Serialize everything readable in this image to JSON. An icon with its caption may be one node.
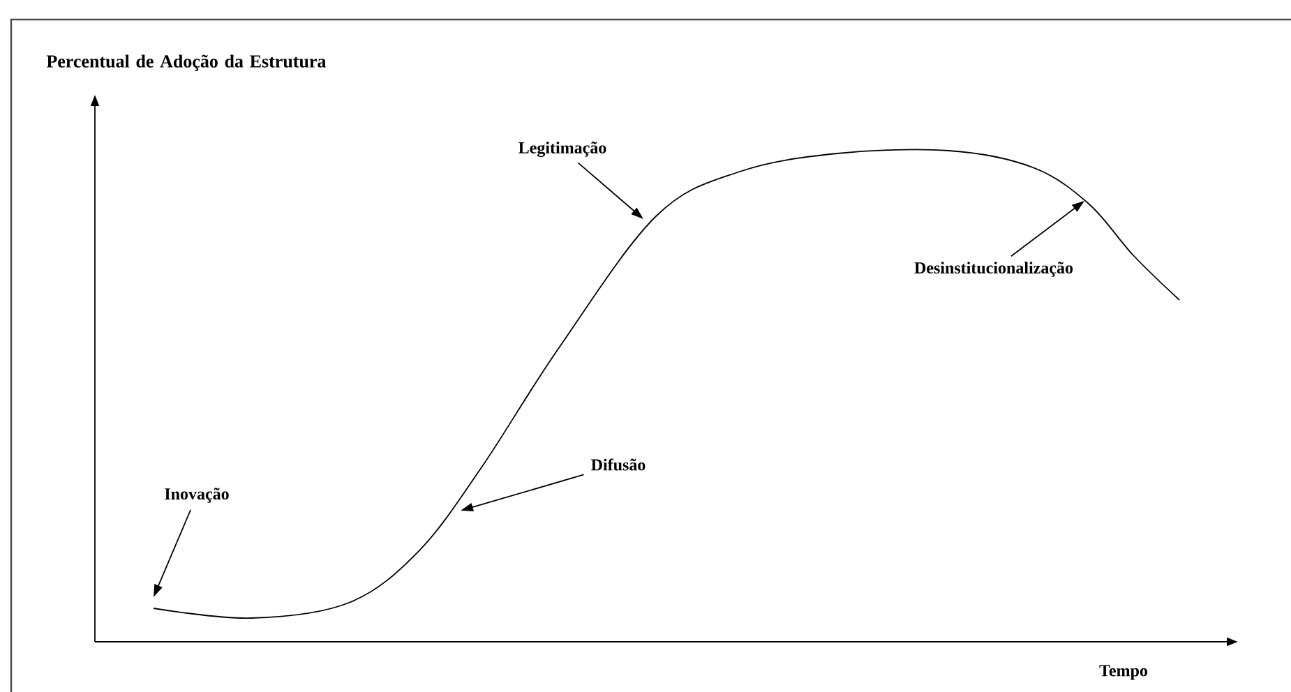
{
  "diagram": {
    "nodes": [
      {
        "text": [
          "Legitimação"
        ]
      },
      {
        "text": [
          "Desinstitucionalização"
        ]
      },
      {
        "text": [
          "Difusão"
        ]
      },
      {
        "text": [
          "Inovação"
        ]
      }
    ],
    "edges": [
      {
        "from": 0,
        "to": null,
        "arrow": "to"
      },
      {
        "from": 1,
        "to": null,
        "arrow": "to"
      },
      {
        "from": 2,
        "to": null,
        "arrow": "to"
      },
      {
        "from": 3,
        "to": null,
        "arrow": "to"
      }
    ],
    "labels": [
      "Percentual de Adoção da Estrutura",
      "Tempo"
    ]
  }
}
